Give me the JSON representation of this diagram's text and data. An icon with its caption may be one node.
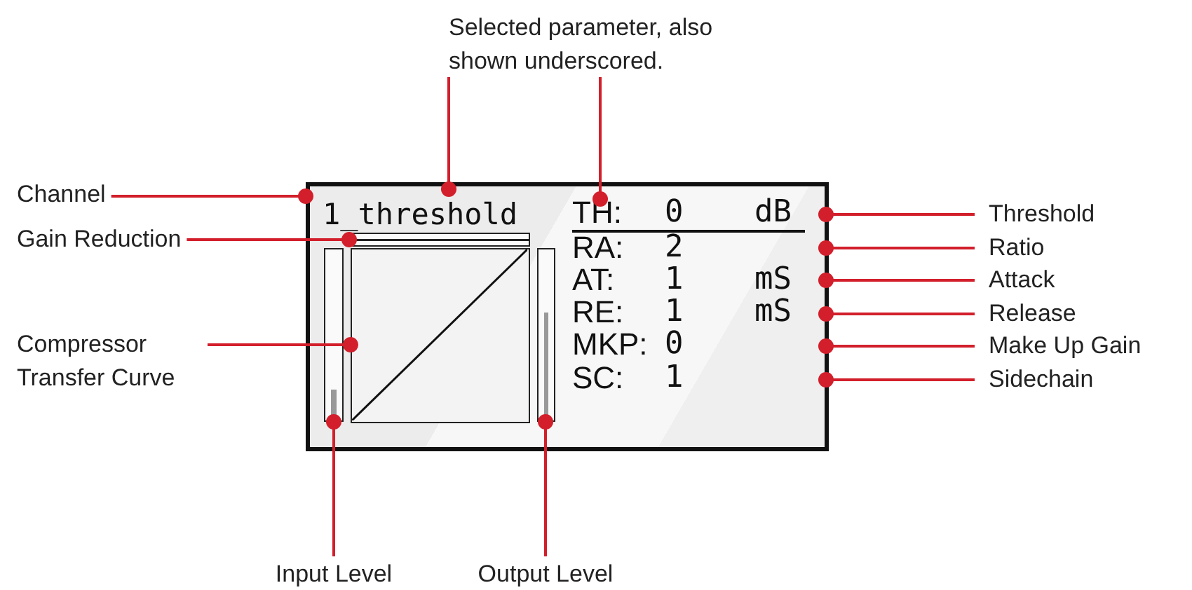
{
  "diagram": {
    "nodes": [
      {
        "text": [
          "Selected parameter, also shown underscored."
        ]
      },
      {
        "text": [
          "Channel"
        ]
      },
      {
        "text": [
          "Gain Reduction"
        ]
      },
      {
        "text": [
          "Compressor Transfer Curve"
        ]
      },
      {
        "text": [
          "Threshold"
        ]
      },
      {
        "text": [
          "Ratio"
        ]
      },
      {
        "text": [
          "Attack"
        ]
      },
      {
        "text": [
          "Release"
        ]
      },
      {
        "text": [
          "Make Up Gain"
        ]
      },
      {
        "text": [
          "Sidechain"
        ]
      },
      {
        "text": [
          "Input Level"
        ]
      },
      {
        "text": [
          "Output Level"
        ]
      },
      {
        "text": [],
        "shape": "box"
      },
      {
        "text": [
          "1_threshold"
        ],
        "in": 12
      },
      {
        "text": [],
        "shape": "bar",
        "in": 12
      },
      {
        "text": [],
        "shape": "bar",
        "in": 12
      },
      {
        "text": [],
        "shape": "box",
        "in": 12
      },
      {
        "text": [],
        "shape": "bar",
        "in": 12
      },
      {
        "text": [
          "TH:",
          "0",
          "dB"
        ],
        "in": 12
      },
      {
        "text": [
          "RA:",
          "2"
        ],
        "in": 12
      },
      {
        "text": [
          "AT:",
          "1",
          "mS"
        ],
        "in": 12
      },
      {
        "text": [
          "RE:",
          "1",
          "mS"
        ],
        "in": 12
      },
      {
        "text": [
          "MKP:",
          "0"
        ],
        "in": 12
      },
      {
        "text": [
          "SC:",
          "1"
        ],
        "in": 12
      }
    ],
    "edges": [
      {
        "from": 0,
        "to": 13,
        "arrow": "other"
      },
      {
        "from": 0,
        "to": 18,
        "arrow": "other"
      },
      {
        "from": 1,
        "to": 12,
        "arrow": "other"
      },
      {
        "from": 2,
        "to": 14,
        "arrow": "other"
      },
      {
        "from": 3,
        "to": 16,
        "arrow": "other"
      },
      {
        "from": 4,
        "to": 12,
        "arrow": "other"
      },
      {
        "from": 5,
        "to": 12,
        "arrow": "other"
      },
      {
        "from": 6,
        "to": 12,
        "arrow": "other"
      },
      {
        "from": 7,
        "to": 12,
        "arrow": "other"
      },
      {
        "from": 8,
        "to": 12,
        "arrow": "other"
      },
      {
        "from": 9,
        "to": 12,
        "arrow": "other"
      },
      {
        "from": 10,
        "to": 15,
        "arrow": "other"
      },
      {
        "from": 11,
        "to": 17,
        "arrow": "other"
      }
    ]
  }
}
